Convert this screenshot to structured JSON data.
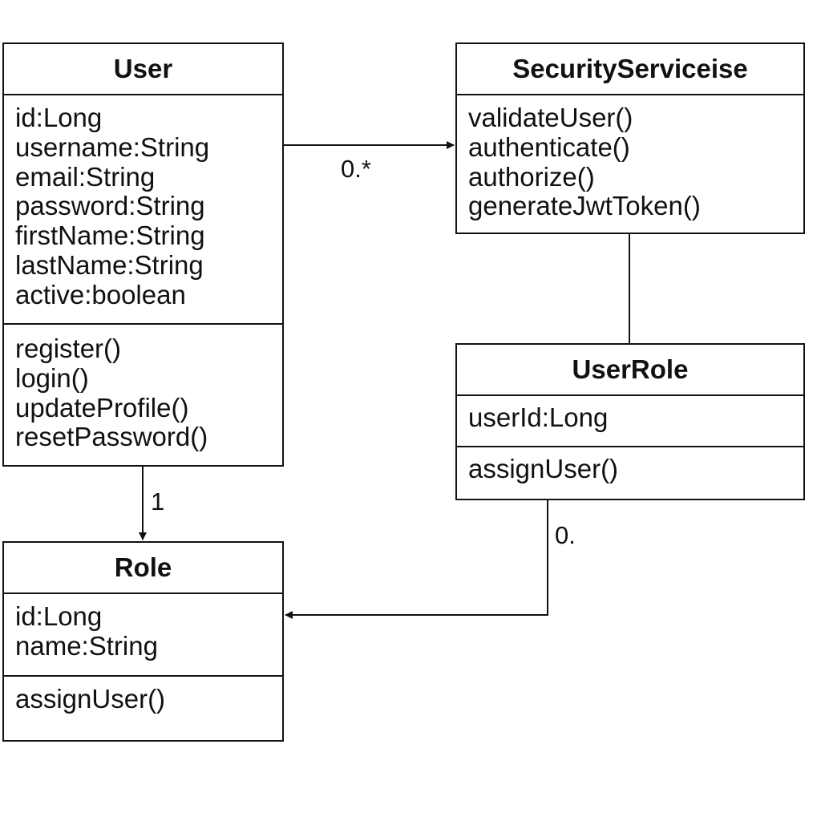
{
  "diagram": {
    "classes": {
      "user": {
        "name": "User",
        "attributes": [
          "id:Long",
          "username:String",
          "email:String",
          "password:String",
          "firstName:String",
          "lastName:String",
          "active:boolean"
        ],
        "operations": [
          "register()",
          "login()",
          "updateProfile()",
          "resetPassword()"
        ]
      },
      "security_service": {
        "name": "SecurityServiceise",
        "operations": [
          "validateUser()",
          "authenticate()",
          "authorize()",
          "generateJwtToken()"
        ]
      },
      "user_role": {
        "name": "UserRole",
        "attributes": [
          "userId:Long"
        ],
        "operations": [
          "assignUser()"
        ]
      },
      "role": {
        "name": "Role",
        "attributes": [
          "id:Long",
          "name:String"
        ],
        "operations": [
          "assignUser()"
        ]
      }
    },
    "multiplicities": {
      "user_to_security": "0.*",
      "user_to_role": "1",
      "userrole_to_role": "0."
    },
    "colors": {
      "stroke": "#111111",
      "background": "#ffffff"
    }
  }
}
